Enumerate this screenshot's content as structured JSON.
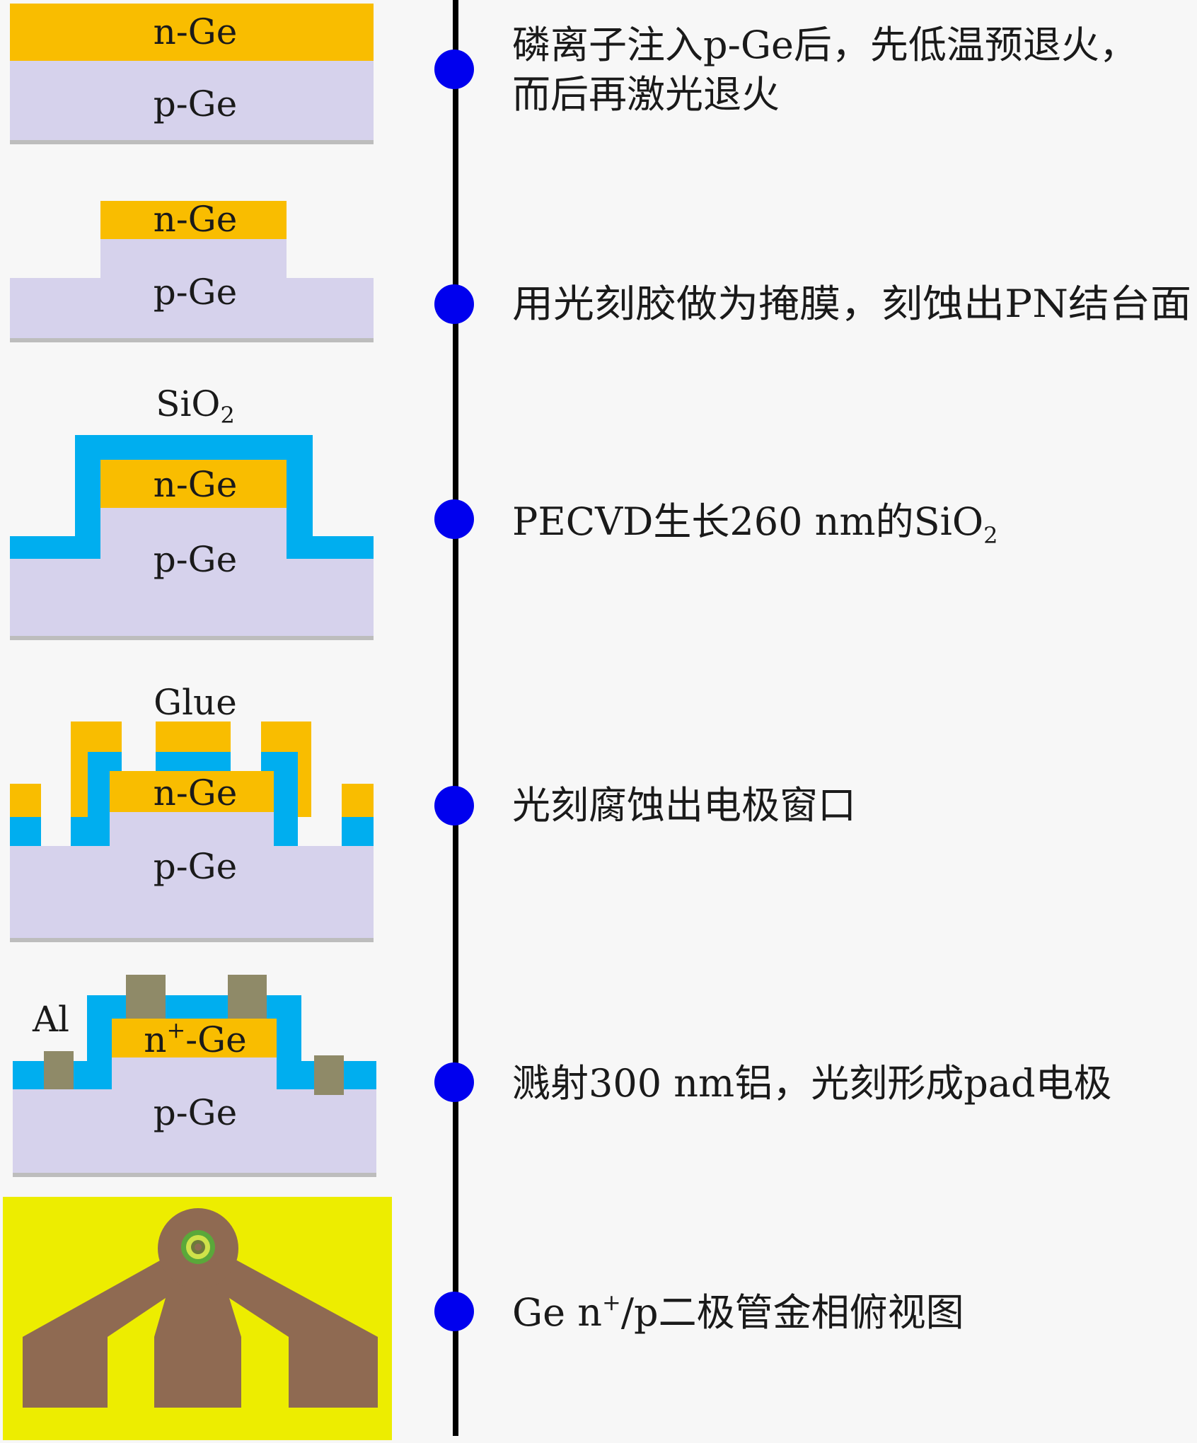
{
  "colors": {
    "n_ge": "#f9bd00",
    "p_ge": "#d6d2ec",
    "sio2": "#00aeef",
    "glue": "#f9bd00",
    "al": "#8f8a68",
    "timeline": "#000000",
    "marker": "#0000ee",
    "top_view_bg": "#eded00",
    "top_view_metal": "#8f6a52"
  },
  "steps": [
    {
      "description_lines": [
        "磷离子注入p-Ge后，先低温预退火，",
        "而后再激光退火"
      ],
      "layer_labels": [
        "n-Ge",
        "p-Ge"
      ]
    },
    {
      "description_lines": [
        "用光刻胶做为掩膜，刻蚀出PN结台面"
      ],
      "layer_labels": [
        "n-Ge",
        "p-Ge"
      ]
    },
    {
      "description_main": "PECVD生长260 nm的SiO",
      "description_sub": "2",
      "layer_labels": [
        "n-Ge",
        "p-Ge"
      ],
      "top_label_main": "SiO",
      "top_label_sub": "2"
    },
    {
      "description_lines": [
        "光刻腐蚀出电极窗口"
      ],
      "layer_labels": [
        "n-Ge",
        "p-Ge"
      ],
      "top_label": "Glue"
    },
    {
      "description_lines": [
        "溅射300 nm铝，光刻形成pad电极"
      ],
      "layer_labels": [
        "n",
        "+",
        "-Ge",
        "p-Ge"
      ],
      "side_label": "Al"
    },
    {
      "description_main": "Ge n",
      "description_sup": "+",
      "description_rest": "/p二极管金相俯视图"
    }
  ]
}
